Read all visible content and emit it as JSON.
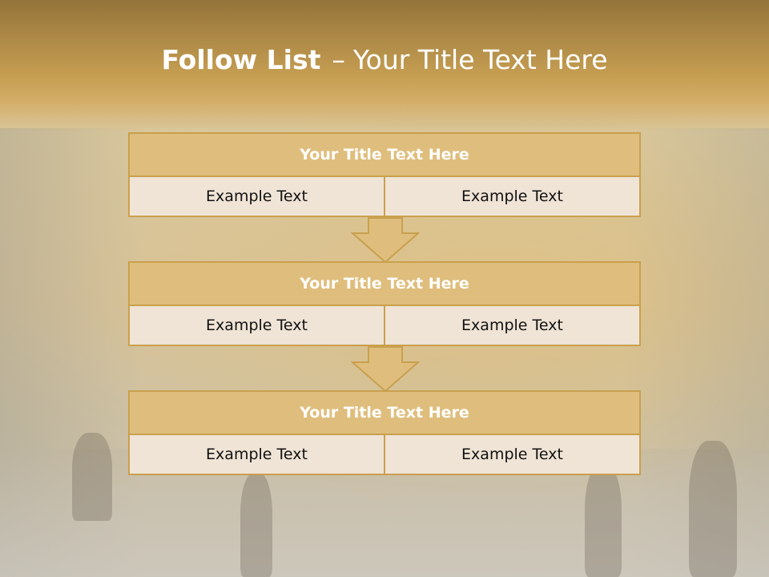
{
  "slide": {
    "title_bold": "Follow List",
    "title_sep": "–",
    "title_rest": "Your Title Text Here"
  },
  "blocks": [
    {
      "title": "Your Title Text Here",
      "left": "Example Text",
      "right": "Example Text"
    },
    {
      "title": "Your Title Text Here",
      "left": "Example Text",
      "right": "Example Text"
    },
    {
      "title": "Your Title Text Here",
      "left": "Example Text",
      "right": "Example Text"
    }
  ],
  "colors": {
    "header_band": "#c69e52",
    "block_title_fill": "#dfbe7d",
    "block_border": "#c9a04e",
    "cell_fill": "#f0e4d6",
    "arrow_fill": "#dfbe7d"
  }
}
